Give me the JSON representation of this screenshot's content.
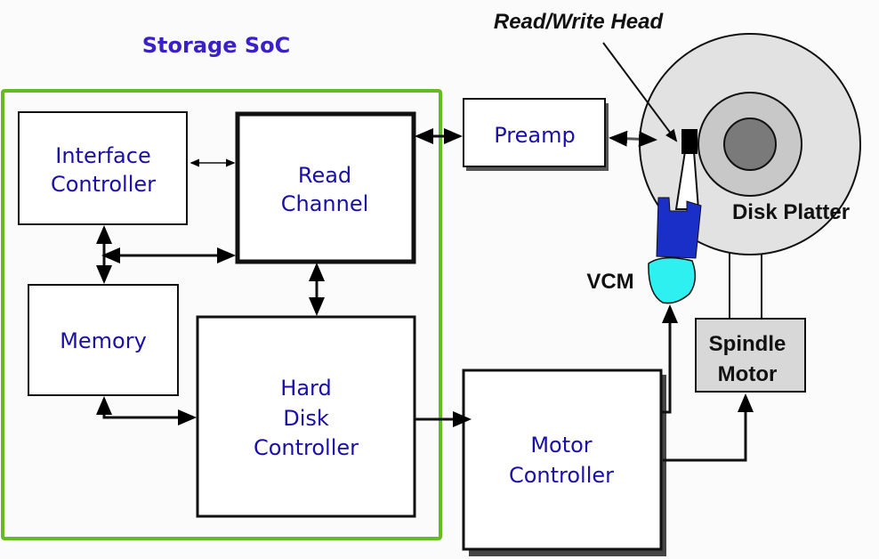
{
  "title": "Storage SoC",
  "colors": {
    "soc_border": "#66bb22",
    "block_text": "#1a0fa8",
    "vcm_body": "#1a2fc8",
    "vcm_coil": "#2ef0f0",
    "platter": "#e4e4e4",
    "hub": "#777777"
  },
  "blocks": {
    "interface_controller": [
      "Interface",
      "Controller"
    ],
    "read_channel": [
      "Read",
      "Channel"
    ],
    "memory": [
      "Memory"
    ],
    "hard_disk_controller": [
      "Hard",
      "Disk",
      "Controller"
    ],
    "preamp": [
      "Preamp"
    ],
    "motor_controller": [
      "Motor",
      "Controller"
    ],
    "spindle_motor": [
      "Spindle",
      "Motor"
    ]
  },
  "labels": {
    "read_write_head": "Read/Write Head",
    "disk_platter": "Disk Platter",
    "vcm": "VCM"
  }
}
